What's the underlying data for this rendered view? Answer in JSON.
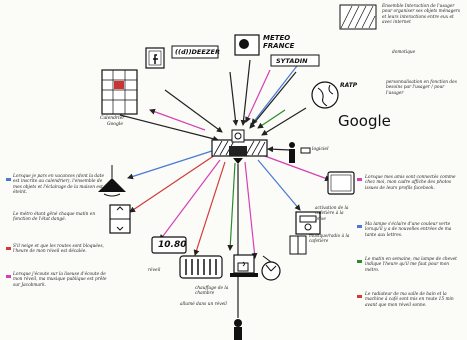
{
  "services": {
    "meteo_line1": "METEO",
    "meteo_line2": "FRANCE",
    "deezer": "((d))DEEZER",
    "syadin": "SYTADIN",
    "ratp": "RATP",
    "google": "Google",
    "calendrier_line1": "Calendrier",
    "calendrier_line2": "Google",
    "logiciel": "logiciel"
  },
  "legend": {
    "text": "Ensemble Interaction de l'usager pour organiser ses objets ménagers et leurs interactions entre eux et avec internet",
    "step1": "domotique",
    "step2": "personnalisation en fonction des besoins par l'usager / pour l'usager"
  },
  "objects": {
    "clock": "10.80",
    "cafe": "activation de la cafetière à la prise",
    "radio_note": "musique/radio à la cafetière",
    "reveil": "réveil",
    "chauffage": "chauffage de la chambre",
    "allume_reveil": "allumé dans un réveil"
  },
  "notes": {
    "n1": "Lorsque je pars en vacances (dont la date est inscrite au calendrier), l'ensemble de mes objets et l'éclairage de la maison est éteint.",
    "n2": "Le métro étant gêné chaque matin en fonction de l'état dangé.",
    "n3": "S'il neige et que les routes sont bloquées, l'heure de mon réveil est décalée.",
    "n4": "Lorsque j'écoute sur la liseuse d'écoute de mon réveil, ma musique publique est prête sur Jacobmark.",
    "r1": "Lorsque mes amis sont connectés comme chez moi, mon cadre affiche des photos issues de leurs profils facebook.",
    "r2": "Ma lampe s'éclaire d'une couleur verte lorsqu'il y a de nouvelles entrées de ma tante aux lettres.",
    "r3": "Le matin en semaine, ma lampe de chevet indique l'heure qu'il me faut pour mon métro.",
    "r4": "Le radiateur de ma salle de bain et la machine à café sont mis en route 15 min avant que mon réveil sonne."
  }
}
